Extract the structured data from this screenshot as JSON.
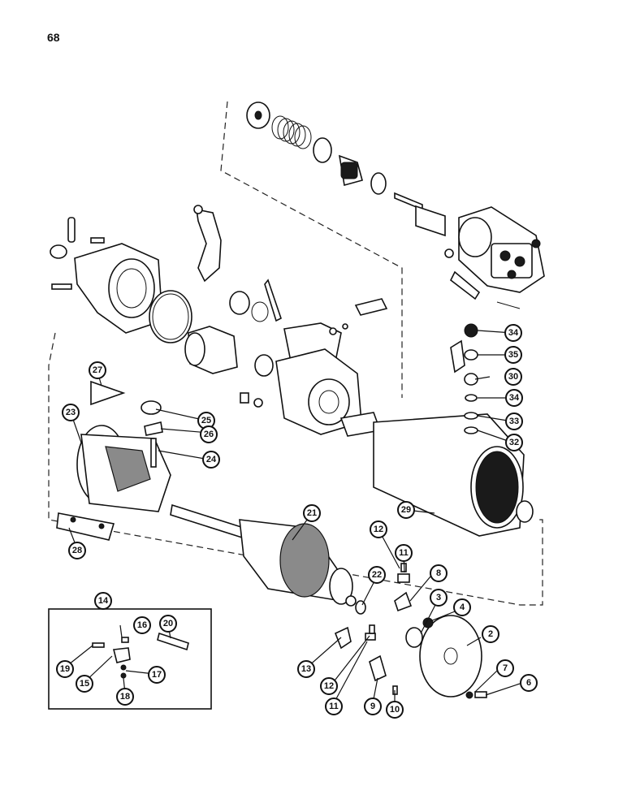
{
  "page": {
    "number": "68"
  },
  "callouts": [
    "2",
    "3",
    "4",
    "6",
    "7",
    "8",
    "9",
    "10",
    "11",
    "11",
    "12",
    "12",
    "13",
    "14",
    "15",
    "16",
    "17",
    "18",
    "19",
    "20",
    "21",
    "22",
    "23",
    "24",
    "25",
    "26",
    "27",
    "28",
    "29",
    "30",
    "32",
    "33",
    "34",
    "34",
    "35"
  ],
  "colors": {
    "ink": "#111111",
    "paper": "#ffffff",
    "shade": "#8a8a8a"
  }
}
